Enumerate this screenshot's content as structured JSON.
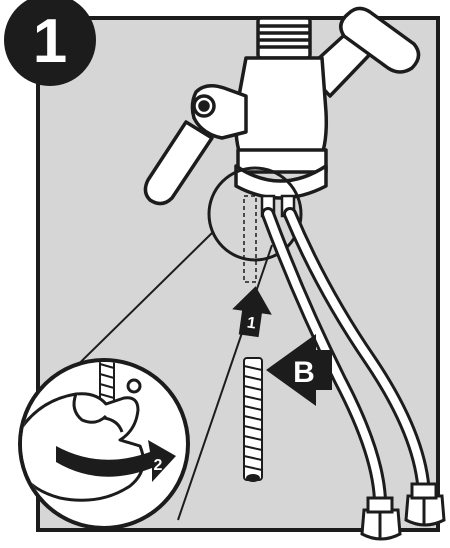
{
  "step": {
    "number": "1"
  },
  "callouts": {
    "arrow_up": "1",
    "rotate": "2",
    "part": "B"
  },
  "colors": {
    "panel": "#d6d6d6",
    "ink": "#1c1c1c",
    "metal": "#ffffff"
  },
  "icons": [
    "faucet-icon",
    "threaded-rod-icon",
    "hand-icon",
    "rotate-arrow-icon",
    "up-arrow-icon",
    "pointer-arrow-icon"
  ]
}
